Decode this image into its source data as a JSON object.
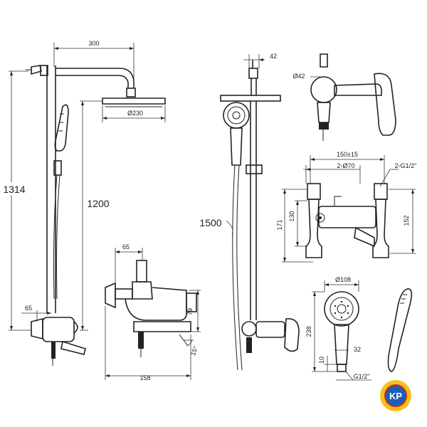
{
  "dimensions": {
    "rain_head_arm": "300",
    "total_height": "1314",
    "rain_head_height": "1200",
    "rain_head_diameter": "Ø230",
    "mixer_offset_front": "65",
    "mixer_offset_side": "65",
    "mixer_height": "79",
    "mixer_depth": "158",
    "mixer_angle": "15°",
    "rail_height": "1500",
    "rail_bracket": "42",
    "valve_diameter": "Ø42",
    "centers": "150±15",
    "connector_diameter": "2-Ø70",
    "inlet_thread": "2-G1/2\"",
    "body_height_a": "130",
    "body_height_b": "171",
    "body_height_c": "152",
    "hand_shower_diameter": "Ø108",
    "hand_shower_length": "238",
    "hand_shower_neck": "10",
    "hand_shower_grip": "32",
    "hand_shower_thread": "G1/2\""
  },
  "logo": {
    "text": "KP",
    "colors": {
      "ring": "#f3c21b",
      "core": "#1a5fb4",
      "accent": "#d7261e"
    }
  }
}
